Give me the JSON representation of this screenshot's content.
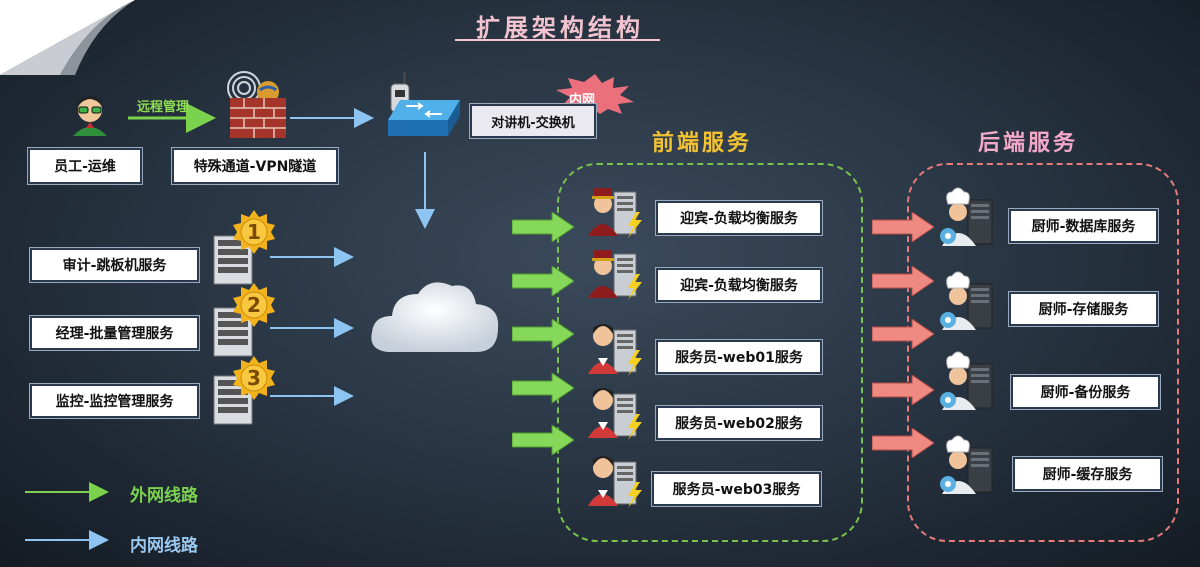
{
  "title": "扩展架构结构",
  "nodes": {
    "ops": "员工-运维",
    "vpn": "特殊通道-VPN隧道",
    "switch": "对讲机-交换机",
    "intranet_badge": "内网",
    "remote_label": "远程管理",
    "audit": "审计-跳板机服务",
    "batch": "经理-批量管理服务",
    "monitor": "监控-监控管理服务"
  },
  "badges": [
    "1",
    "2",
    "3"
  ],
  "front": {
    "title": "前端服务",
    "items": [
      "迎宾-负载均衡服务",
      "迎宾-负载均衡服务",
      "服务员-web01服务",
      "服务员-web02服务",
      "服务员-web03服务"
    ]
  },
  "back": {
    "title": "后端服务",
    "items": [
      "厨师-数据库服务",
      "厨师-存储服务",
      "厨师-备份服务",
      "厨师-缓存服务"
    ]
  },
  "legend": {
    "external": "外网线路",
    "internal": "内网线路"
  },
  "colors": {
    "external_line": "#7bd24d",
    "internal_line": "#8ec4f2",
    "front_border": "#77c34d",
    "back_border": "#e77a7a",
    "front_title": "#f2c230",
    "back_title": "#f3a8c8"
  },
  "icons": [
    "page-curl-icon",
    "ops-person-icon",
    "firewall-icon",
    "fingerprint-globe-icon",
    "switch-icon",
    "walkie-talkie-icon",
    "server-icon",
    "gold-badge-icon",
    "cloud-icon",
    "receptionist-icon",
    "waiter-icon",
    "chef-icon",
    "gear-icon",
    "lightning-icon",
    "green-arrow-icon",
    "red-arrow-icon",
    "burst-icon"
  ]
}
